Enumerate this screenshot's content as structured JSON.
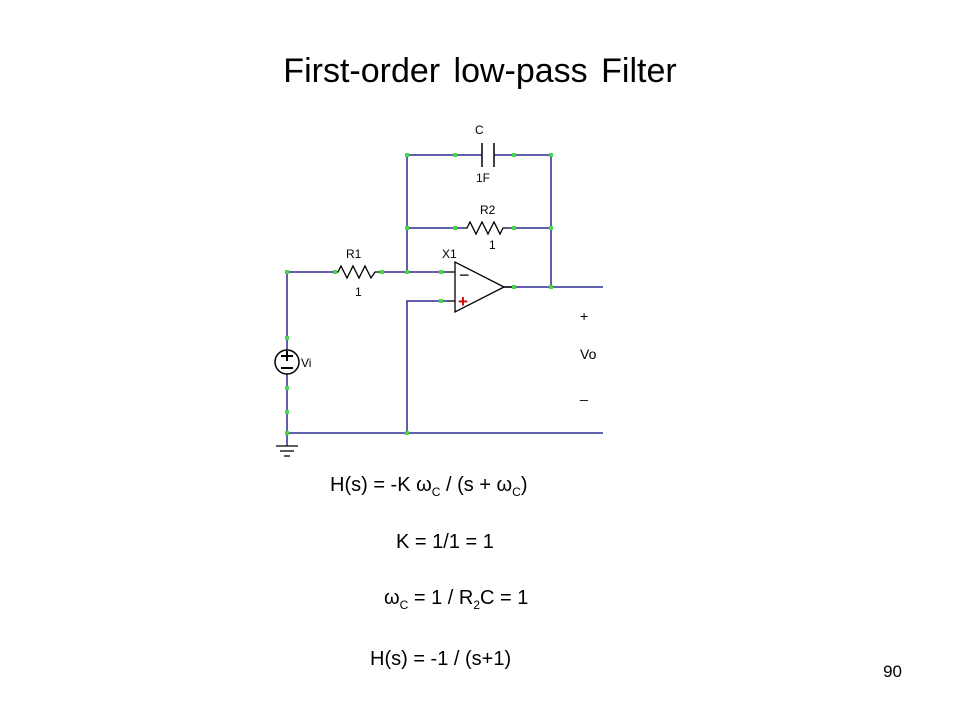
{
  "slide": {
    "title": "First-order low-pass Filter",
    "page_number": "90"
  },
  "circuit": {
    "capacitor": {
      "name": "C",
      "value": "1F"
    },
    "r2": {
      "name": "R2",
      "value": "1"
    },
    "r1": {
      "name": "R1",
      "value": "1"
    },
    "opamp": {
      "name": "X1",
      "minus": "−",
      "plus": "+"
    },
    "source": {
      "name": "Vi"
    },
    "output": {
      "plus": "+",
      "name": "Vo",
      "minus": "_"
    }
  },
  "colors": {
    "wire": "#2b2b8f",
    "node": "#49d849",
    "plus_sign": "#d40000"
  },
  "equations": {
    "hs_general": {
      "lhs": "H(s) =  -K ",
      "omega1": "ω",
      "sub1": "C",
      "mid": " / (s  + ",
      "omega2": "ω",
      "sub2": "C",
      "end": ")"
    },
    "k": "K = 1/1 = 1",
    "wc": {
      "omega": "ω",
      "sub": "C",
      "text1": " = 1 / R",
      "sub2": "2",
      "text2": "C = 1"
    },
    "hs_final": "H(s) = -1 / (s+1)"
  }
}
